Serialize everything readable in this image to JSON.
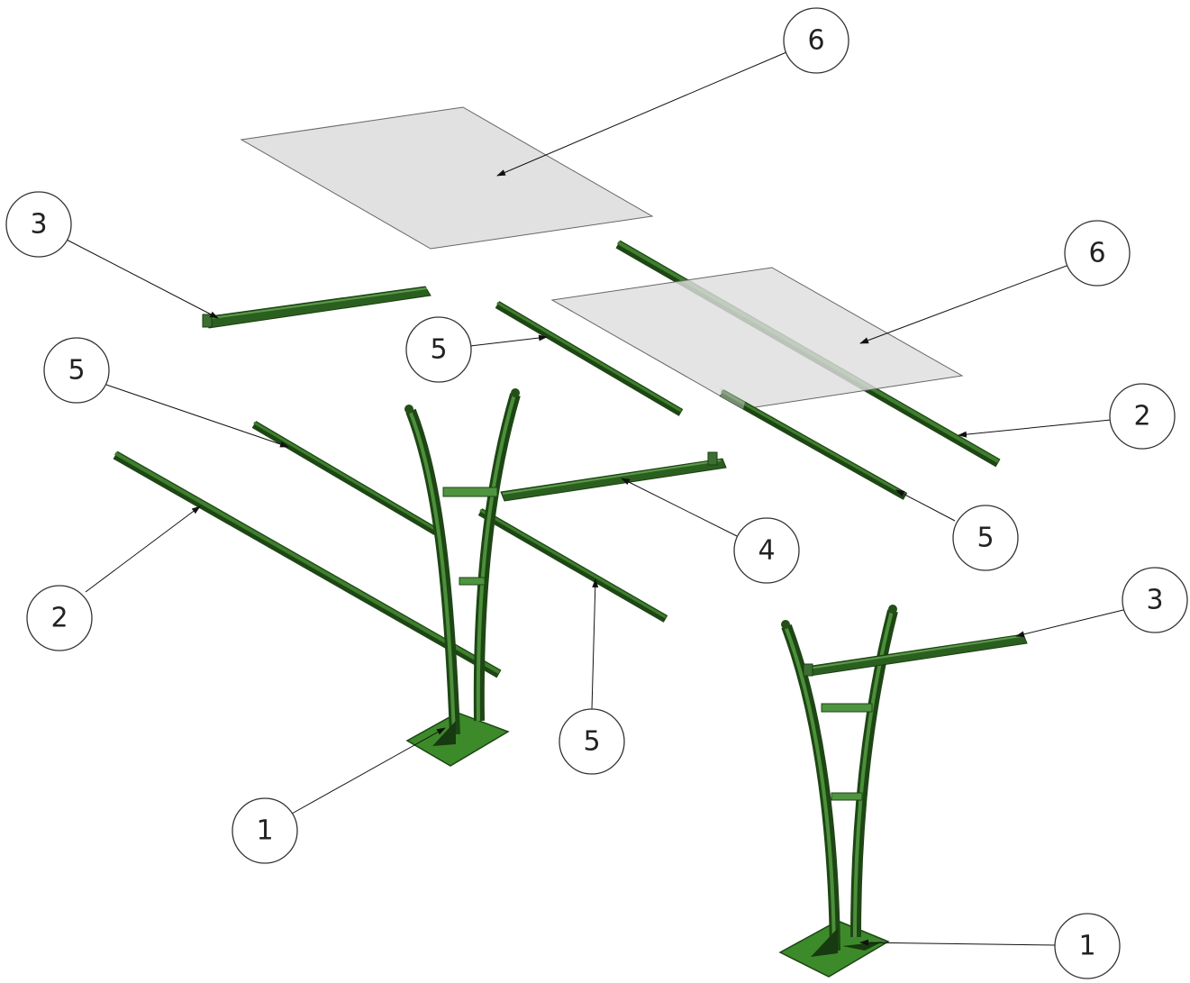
{
  "drawing": {
    "type": "exploded-assembly",
    "colors": {
      "frame": "#2f6b22",
      "frame_dark": "#1d4614",
      "frame_light": "#4f9440",
      "base_plate": "#3d8a2a",
      "panel_fill": "#e0e0e0",
      "panel_edge": "#666666",
      "leader": "#111111",
      "balloon_stroke": "#333333"
    },
    "callouts": [
      {
        "id": "callout-6-top",
        "label": "6"
      },
      {
        "id": "callout-6-right",
        "label": "6"
      },
      {
        "id": "callout-3-left",
        "label": "3"
      },
      {
        "id": "callout-5-center",
        "label": "5"
      },
      {
        "id": "callout-5-left",
        "label": "5"
      },
      {
        "id": "callout-2-right",
        "label": "2"
      },
      {
        "id": "callout-4",
        "label": "4"
      },
      {
        "id": "callout-5-right",
        "label": "5"
      },
      {
        "id": "callout-2-left",
        "label": "2"
      },
      {
        "id": "callout-3-right",
        "label": "3"
      },
      {
        "id": "callout-5-bottom",
        "label": "5"
      },
      {
        "id": "callout-1-left",
        "label": "1"
      },
      {
        "id": "callout-1-right",
        "label": "1"
      }
    ]
  }
}
